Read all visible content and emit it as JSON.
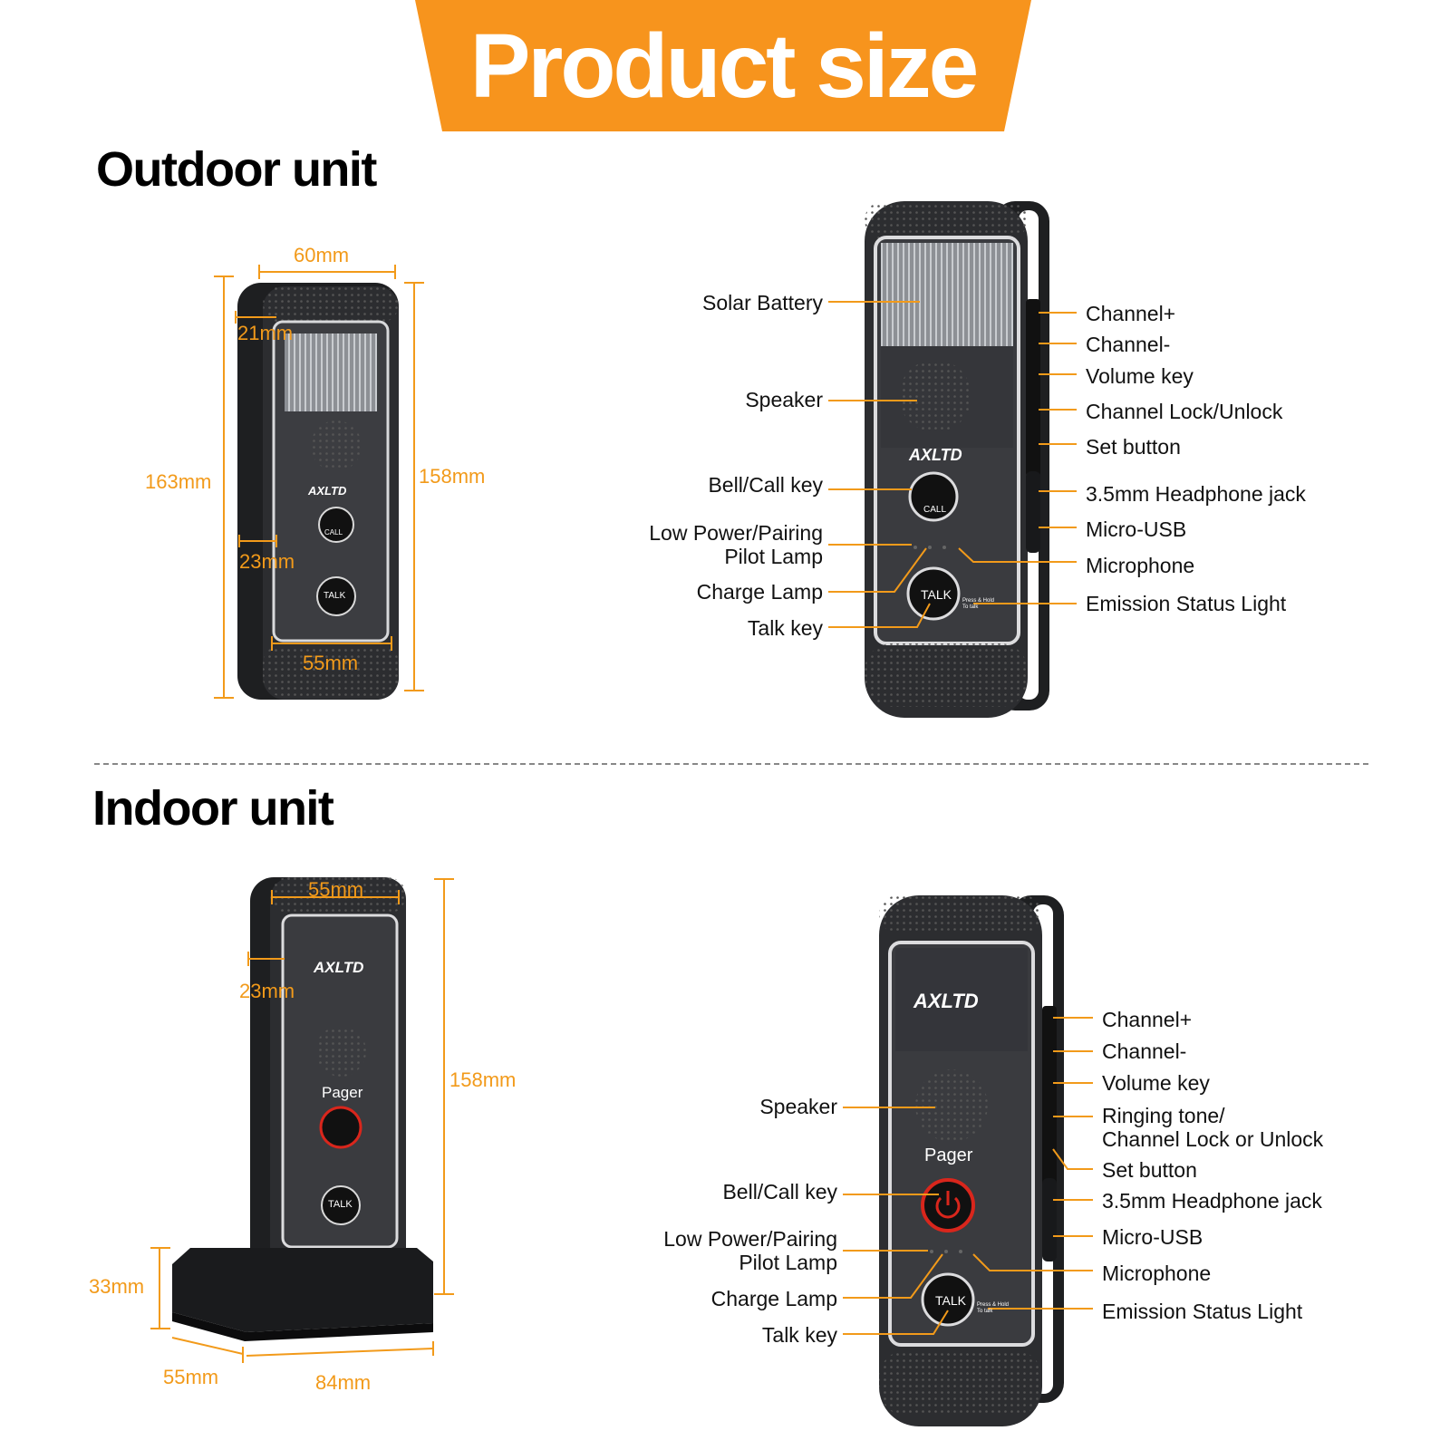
{
  "banner": {
    "title": "Product size",
    "color": "#f7941d"
  },
  "outdoor": {
    "title": "Outdoor unit",
    "dimensions": {
      "width": "60mm",
      "height": "163mm",
      "front_height": "158mm",
      "front_width": "55mm",
      "side_top": "21mm",
      "side_bottom": "23mm"
    },
    "brand": "AXLTD",
    "call_label": "CALL",
    "talk_label": "TALK",
    "talk_caption": "Press & Hold To talk",
    "left_labels": [
      "Solar Battery",
      "Speaker",
      "Bell/Call key",
      "Low Power/Pairing",
      "Pilot Lamp",
      "Charge Lamp",
      "Talk key"
    ],
    "right_labels": [
      "Channel+",
      "Channel-",
      "Volume key",
      "Channel Lock/Unlock",
      "Set button",
      "3.5mm Headphone jack",
      "Micro-USB",
      "Microphone",
      "Emission Status Light"
    ]
  },
  "indoor": {
    "title": "Indoor unit",
    "dimensions": {
      "width": "55mm",
      "height": "158mm",
      "side": "23mm",
      "base_height": "33mm",
      "base_depth": "55mm",
      "base_width": "84mm"
    },
    "brand": "AXLTD",
    "pager_label": "Pager",
    "talk_label": "TALK",
    "talk_caption": "Press & Hold To talk",
    "left_labels": [
      "Speaker",
      "Bell/Call key",
      "Low Power/Pairing",
      "Pilot Lamp",
      "Charge Lamp",
      "Talk key"
    ],
    "right_labels": [
      "Channel+",
      "Channel-",
      "Volume key",
      "Ringing tone/",
      "Channel Lock or Unlock",
      "Set button",
      "3.5mm Headphone jack",
      "Micro-USB",
      "Microphone",
      "Emission Status Light"
    ]
  },
  "colors": {
    "accent": "#f29a1a",
    "device": "#2b2c2f",
    "text": "#111111"
  }
}
